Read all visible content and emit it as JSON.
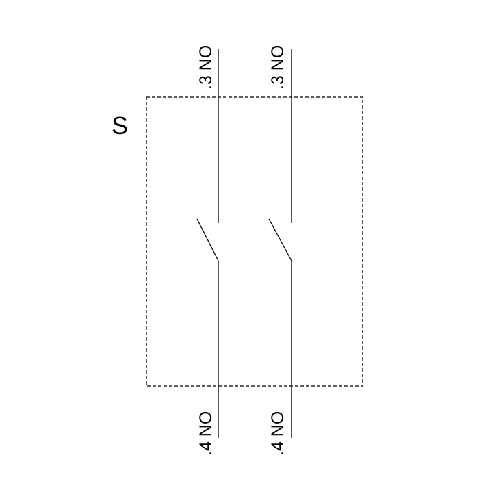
{
  "device_label": "S",
  "colors": {
    "stroke": "#000000",
    "enclosure_dash": "#000000",
    "background": "#ffffff"
  },
  "contacts": [
    {
      "type": "normally-open",
      "top_terminal": ".3 NO",
      "bottom_terminal": ".4 NO"
    },
    {
      "type": "normally-open",
      "top_terminal": ".3 NO",
      "bottom_terminal": ".4 NO"
    }
  ]
}
